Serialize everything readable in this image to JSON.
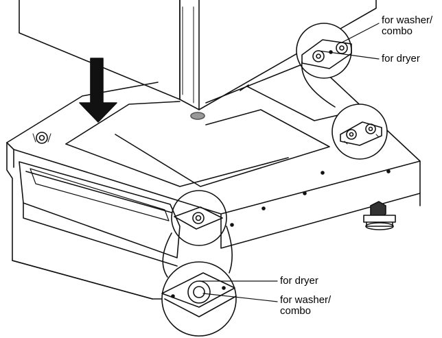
{
  "labels": {
    "top_washer_line1": "for washer/",
    "top_washer_line2": "combo",
    "top_dryer": "for dryer",
    "bottom_dryer": "for dryer",
    "bottom_washer_line1": "for washer/",
    "bottom_washer_line2": "combo"
  }
}
